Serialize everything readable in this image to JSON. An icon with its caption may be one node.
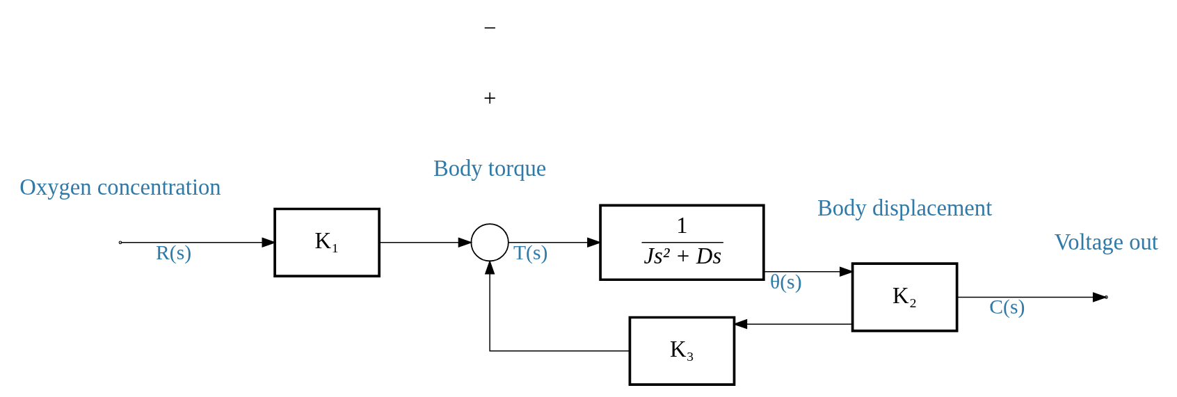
{
  "diagram": {
    "nodes": [
      {
        "text": [
          "K₁"
        ]
      },
      {
        "text": [],
        "shape": "circle"
      },
      {
        "text": [
          "1",
          "Js² + Ds"
        ]
      },
      {
        "text": [
          "K₂"
        ]
      },
      {
        "text": [
          "K₃"
        ]
      }
    ],
    "edges": [
      {
        "from": null,
        "to": 0,
        "arrow": "to",
        "label": "R(s)"
      },
      {
        "from": 0,
        "to": 1,
        "arrow": "to"
      },
      {
        "from": 1,
        "to": 2,
        "arrow": "to",
        "label": "T(s)"
      },
      {
        "from": 2,
        "to": 3,
        "arrow": "to",
        "label": "θ(s)"
      },
      {
        "from": 3,
        "to": null,
        "arrow": "to",
        "label": "C(s)"
      },
      {
        "from": 3,
        "to": 4,
        "arrow": "to"
      },
      {
        "from": 4,
        "to": 1,
        "arrow": "to"
      }
    ],
    "labels": [
      "Oxygen concentration",
      "Body torque",
      "Body displacement",
      "Voltage out",
      "+",
      "−"
    ]
  }
}
